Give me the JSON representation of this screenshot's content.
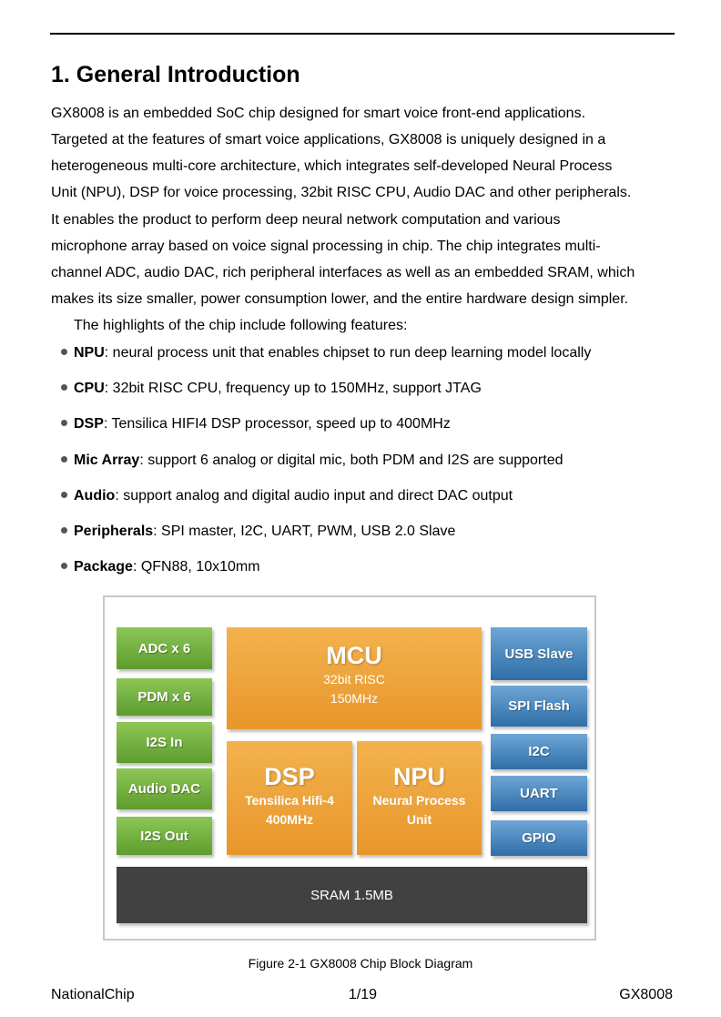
{
  "section": {
    "title": "1. General Introduction",
    "paragraph_lines": [
      "GX8008 is an embedded SoC chip designed for smart voice front-end applications.",
      "Targeted at the features of smart voice applications, GX8008 is uniquely designed in a",
      "heterogeneous multi-core architecture, which integrates self-developed Neural Process",
      "Unit (NPU), DSP for voice processing, 32bit RISC CPU, Audio DAC and other peripherals.",
      "It enables the product to perform deep neural network computation and various",
      "microphone array based on voice signal processing in chip. The chip integrates multi-",
      "channel ADC, audio DAC, rich peripheral interfaces as well as an embedded SRAM, which",
      "makes its size smaller, power consumption lower, and the entire hardware design simpler."
    ],
    "highlights_intro": "The highlights of the chip include following features:",
    "features": [
      {
        "term": "NPU",
        "text": ": neural process unit that enables chipset to run deep learning model locally"
      },
      {
        "term": "CPU",
        "text": ": 32bit RISC CPU, frequency up to 150MHz, support JTAG"
      },
      {
        "term": "DSP",
        "text": ": Tensilica HIFI4 DSP processor, speed up to 400MHz"
      },
      {
        "term": "Mic Array",
        "text": ": support 6 analog or digital mic, both PDM and I2S are supported"
      },
      {
        "term": "Audio",
        "text": ": support analog and digital audio input and direct DAC output"
      },
      {
        "term": "Peripherals",
        "text": ": SPI master, I2C, UART, PWM, USB 2.0 Slave"
      },
      {
        "term": "Package",
        "text": ": QFN88, 10x10mm"
      }
    ]
  },
  "diagram": {
    "left_blocks": [
      "ADC x 6",
      "PDM x 6",
      "I2S In",
      "Audio DAC",
      "I2S Out"
    ],
    "mcu": {
      "title": "MCU",
      "line1": "32bit RISC",
      "line2": "150MHz"
    },
    "dsp": {
      "title": "DSP",
      "line1": "Tensilica Hifi-4",
      "line2": "400MHz"
    },
    "npu": {
      "title": "NPU",
      "line1": "Neural Process",
      "line2": "Unit"
    },
    "right_blocks": [
      "USB Slave",
      "SPI Flash",
      "I2C",
      "UART",
      "GPIO"
    ],
    "sram": "SRAM  1.5MB",
    "colors": {
      "green": "#6fad3c",
      "orange": "#eea23a",
      "blue": "#3f7db6",
      "sram": "#414141"
    }
  },
  "caption": "Figure 2-1 GX8008 Chip Block Diagram",
  "footer": {
    "company": "NationalChip",
    "page": "1/19",
    "product": "GX8008"
  }
}
